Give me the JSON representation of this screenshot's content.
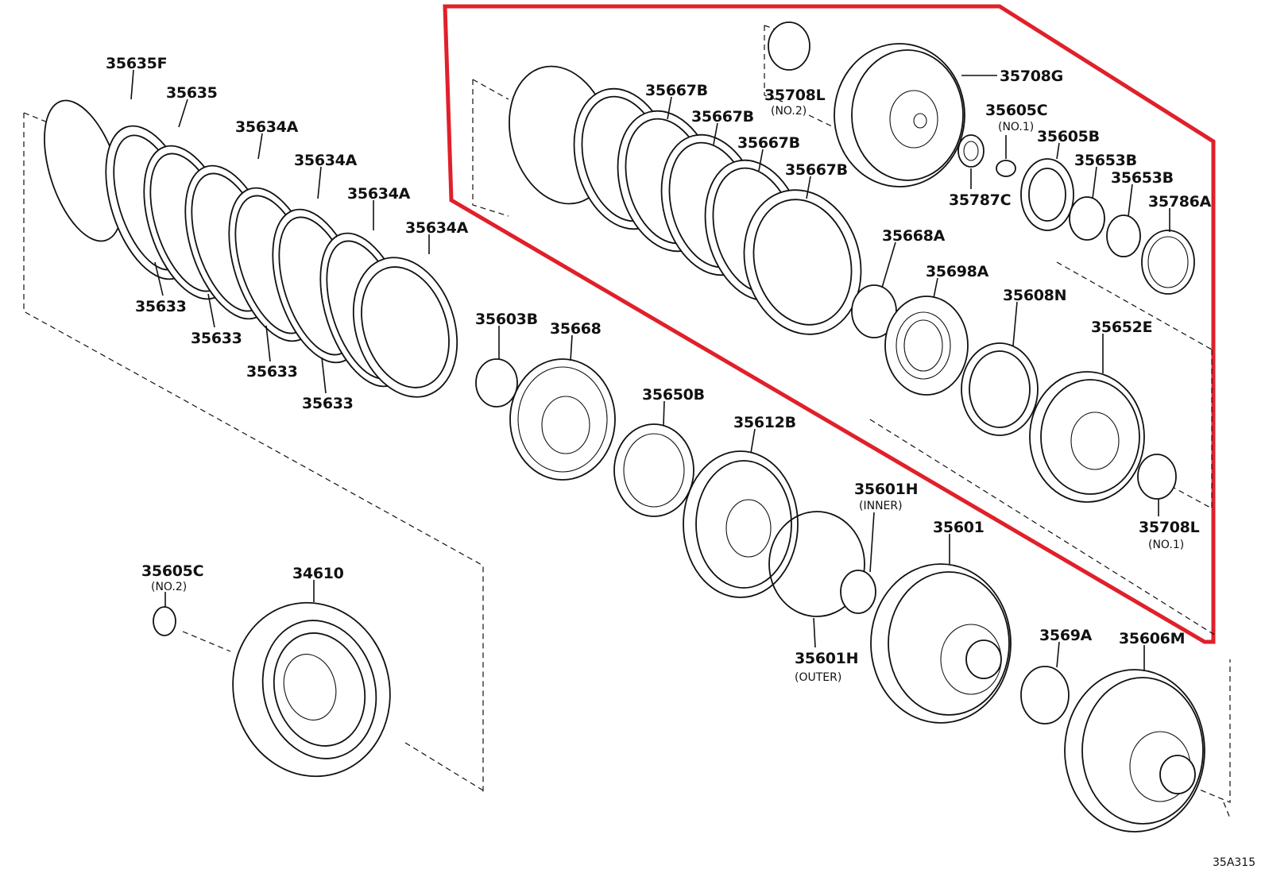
{
  "diagram": {
    "highlight_color": "#e0202a",
    "reference_code": "35A315",
    "callouts": [
      {
        "id": "35635F",
        "number": "35635F",
        "sub": ""
      },
      {
        "id": "35635",
        "number": "35635",
        "sub": ""
      },
      {
        "id": "35634A-1",
        "number": "35634A",
        "sub": ""
      },
      {
        "id": "35634A-2",
        "number": "35634A",
        "sub": ""
      },
      {
        "id": "35634A-3",
        "number": "35634A",
        "sub": ""
      },
      {
        "id": "35634A-4",
        "number": "35634A",
        "sub": ""
      },
      {
        "id": "35633-1",
        "number": "35633",
        "sub": ""
      },
      {
        "id": "35633-2",
        "number": "35633",
        "sub": ""
      },
      {
        "id": "35633-3",
        "number": "35633",
        "sub": ""
      },
      {
        "id": "35633-4",
        "number": "35633",
        "sub": ""
      },
      {
        "id": "35667B-1",
        "number": "35667B",
        "sub": ""
      },
      {
        "id": "35667B-2",
        "number": "35667B",
        "sub": ""
      },
      {
        "id": "35667B-3",
        "number": "35667B",
        "sub": ""
      },
      {
        "id": "35667B-4",
        "number": "35667B",
        "sub": ""
      },
      {
        "id": "35708L-2",
        "number": "35708L",
        "sub": "(NO.2)"
      },
      {
        "id": "35708G",
        "number": "35708G",
        "sub": ""
      },
      {
        "id": "35605C-1",
        "number": "35605C",
        "sub": "(NO.1)"
      },
      {
        "id": "35605B",
        "number": "35605B",
        "sub": ""
      },
      {
        "id": "35787C",
        "number": "35787C",
        "sub": ""
      },
      {
        "id": "35653B-1",
        "number": "35653B",
        "sub": ""
      },
      {
        "id": "35653B-2",
        "number": "35653B",
        "sub": ""
      },
      {
        "id": "35786A",
        "number": "35786A",
        "sub": ""
      },
      {
        "id": "35668A",
        "number": "35668A",
        "sub": ""
      },
      {
        "id": "35698A",
        "number": "35698A",
        "sub": ""
      },
      {
        "id": "35608N",
        "number": "35608N",
        "sub": ""
      },
      {
        "id": "35652E",
        "number": "35652E",
        "sub": ""
      },
      {
        "id": "35708L-1",
        "number": "35708L",
        "sub": "(NO.1)"
      },
      {
        "id": "35603B",
        "number": "35603B",
        "sub": ""
      },
      {
        "id": "35668",
        "number": "35668",
        "sub": ""
      },
      {
        "id": "35650B",
        "number": "35650B",
        "sub": ""
      },
      {
        "id": "35612B",
        "number": "35612B",
        "sub": ""
      },
      {
        "id": "35601H-inner",
        "number": "35601H",
        "sub": "(INNER)"
      },
      {
        "id": "35601H-outer",
        "number": "35601H",
        "sub": "(OUTER)"
      },
      {
        "id": "35601",
        "number": "35601",
        "sub": ""
      },
      {
        "id": "3569A",
        "number": "3569A",
        "sub": ""
      },
      {
        "id": "35606M",
        "number": "35606M",
        "sub": ""
      },
      {
        "id": "35605C-2",
        "number": "35605C",
        "sub": "(NO.2)"
      },
      {
        "id": "34610",
        "number": "34610",
        "sub": ""
      }
    ]
  }
}
